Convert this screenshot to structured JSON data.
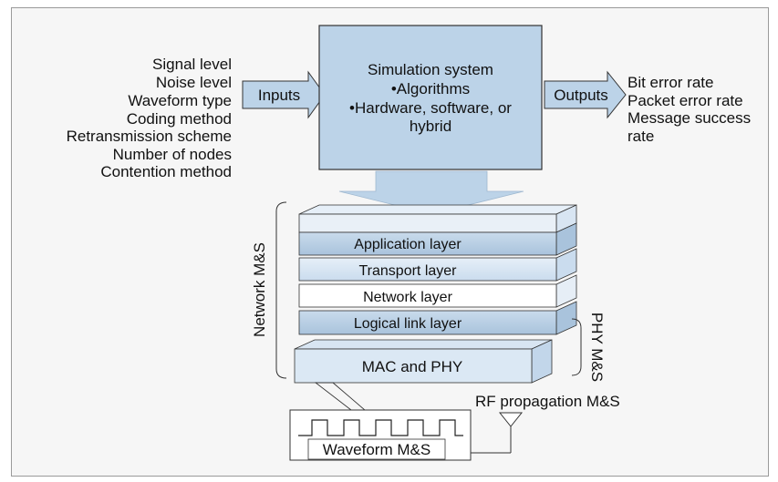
{
  "inputs_list": [
    "Signal level",
    "Noise level",
    "Waveform type",
    "Coding method",
    "Retransmission scheme",
    "Number of nodes",
    "Contention method"
  ],
  "inputs_label": "Inputs",
  "outputs_label": "Outputs",
  "simulation_box": {
    "title": "Simulation system",
    "lines": [
      "•Algorithms",
      "•Hardware, software, or",
      "hybrid"
    ]
  },
  "outputs_list": [
    "Bit error rate",
    "Packet error rate",
    "Message success",
    "rate"
  ],
  "layers": [
    "Application layer",
    "Transport layer",
    "Network layer",
    "Logical link layer",
    "MAC and PHY"
  ],
  "network_ms_label": "Network M&S",
  "phy_ms_label": "PHY M&S",
  "rf_label": "RF propagation M&S",
  "waveform_label": "Waveform M&S",
  "colors": {
    "box_fill": "#bcd3e8",
    "layer_blue": "#bcd0e4",
    "layer_light": "#dbe8f4",
    "layer_white": "#ffffff",
    "stroke": "#333333"
  }
}
